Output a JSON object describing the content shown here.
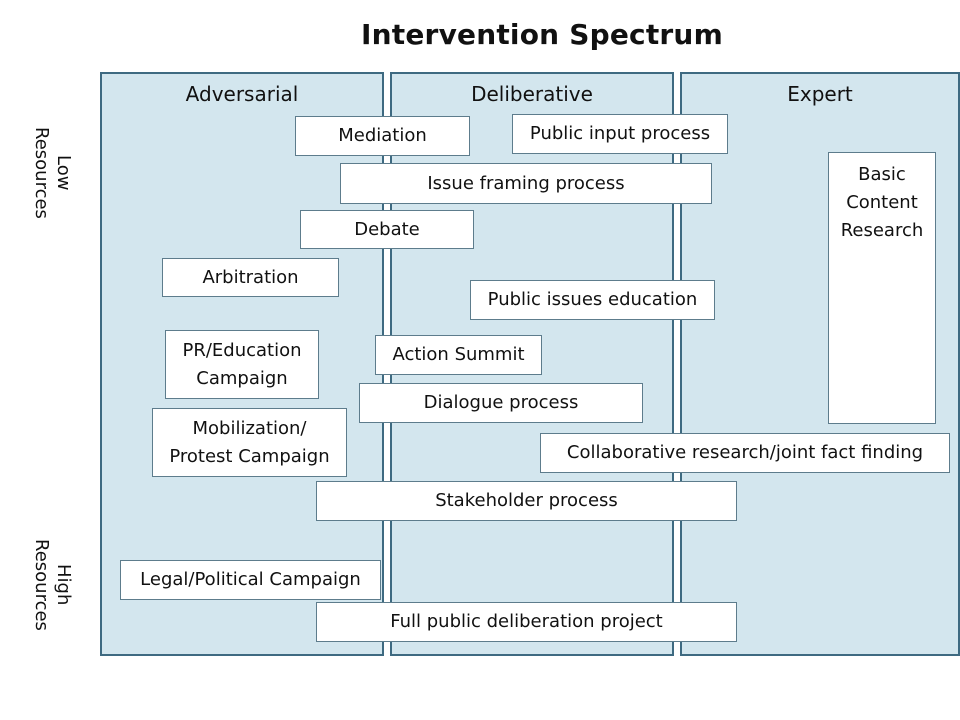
{
  "title": "Intervention Spectrum",
  "columns": {
    "adversarial": "Adversarial",
    "deliberative": "Deliberative",
    "expert": "Expert"
  },
  "axis": {
    "low": "Low\nResources",
    "high": "High\nResources"
  },
  "items": {
    "mediation": "Mediation",
    "public_input": "Public input process",
    "issue_framing": "Issue framing process",
    "debate": "Debate",
    "basic_research": "Basic\nContent\nResearch",
    "arbitration": "Arbitration",
    "public_issues_education": "Public issues education",
    "pr_education": "PR/Education\nCampaign",
    "action_summit": "Action Summit",
    "dialogue": "Dialogue process",
    "mobilization": "Mobilization/\nProtest Campaign",
    "collaborative_research": "Collaborative research/joint fact finding",
    "stakeholder": "Stakeholder process",
    "legal_political": "Legal/Political Campaign",
    "full_deliberation": "Full public deliberation project"
  }
}
